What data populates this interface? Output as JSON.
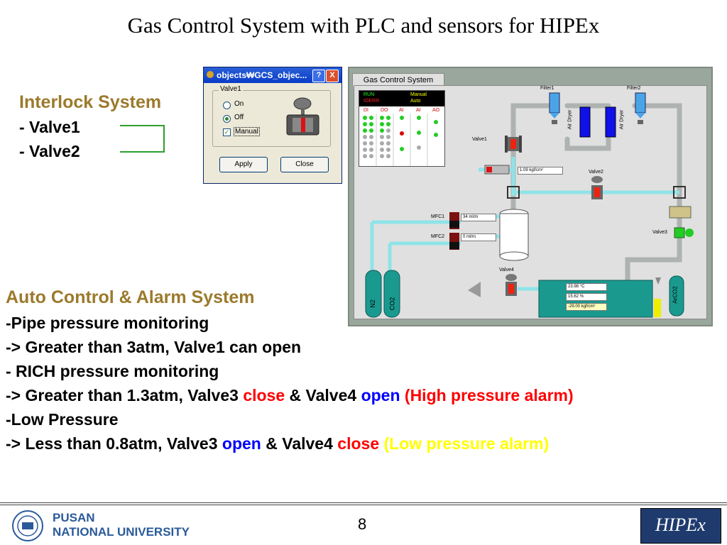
{
  "slide": {
    "title": "Gas Control System with PLC and sensors for HIPEx",
    "page_number": "8"
  },
  "interlock": {
    "heading": "Interlock System",
    "items": [
      "- Valve1",
      "- Valve2"
    ]
  },
  "auto_control": {
    "heading": "Auto Control & Alarm System",
    "line1": "-Pipe pressure monitoring",
    "line2": "-> Greater than 3atm, Valve1 can open",
    "line3": "- RICH pressure monitoring",
    "line4": {
      "a": "-> Greater than 1.3atm, Valve3 ",
      "b": "close",
      "c": " & Valve4 ",
      "d": "open",
      "e": " (High pressure alarm)"
    },
    "line5": "-Low Pressure",
    "line6": {
      "a": "-> Less than 0.8atm, Valve3 ",
      "b": "open",
      "c": " & Valve4 ",
      "d": "close",
      "e": " (Low pressure alarm)"
    }
  },
  "dialog": {
    "title": "objects₩GCS_objec...",
    "help_btn": "?",
    "close_btn": "X",
    "group_label": "Valve1",
    "radio_on": "On",
    "radio_off": "Off",
    "checkbox_manual": "Manual",
    "apply": "Apply",
    "close": "Close",
    "selected": "Off",
    "manual_checked": true
  },
  "gcs": {
    "title": "Gas Control System",
    "status": {
      "run": "RUN",
      "ioerr": "IOERR",
      "manual": "Manual",
      "auto": "Auto"
    },
    "io_columns": [
      "DI",
      "DO",
      "AI",
      "AI",
      "AO"
    ],
    "labels": {
      "filter1": "Filter1",
      "filter2": "Filter2",
      "air_dryer1": "Air Dryer",
      "air_dryer2": "Air Dryer",
      "valve1": "Valve1",
      "valve2": "Valve2",
      "valve3": "Valve3",
      "valve4": "Valve4",
      "mfc1": "MFC1",
      "mfc2": "MFC2",
      "n2": "N2",
      "co2": "CO2",
      "arco2": "ArCO2"
    },
    "readouts": {
      "pressure_value": "1.09",
      "pressure_unit": "kgf/cm²",
      "mfc1_value": "34",
      "mfc1_unit": "ml/m",
      "mfc2_value": "0",
      "mfc2_unit": "ml/m",
      "temp_value": "23.98",
      "temp_unit": "°C",
      "humidity_value": "15.62",
      "humidity_unit": "%",
      "rich_pressure_value": "-29.00",
      "rich_pressure_unit": "kgf/cm²"
    }
  },
  "footer": {
    "university_line1": "PUSAN",
    "university_line2": "NATIONAL UNIVERSITY",
    "logo_text": "HIPEx"
  },
  "colors": {
    "heading": "#9b7a2c",
    "alarm_red": "#ff0000",
    "open_blue": "#0000ff",
    "low_alarm_yellow": "#ffff00",
    "tank_teal": "#1a9a8f"
  }
}
